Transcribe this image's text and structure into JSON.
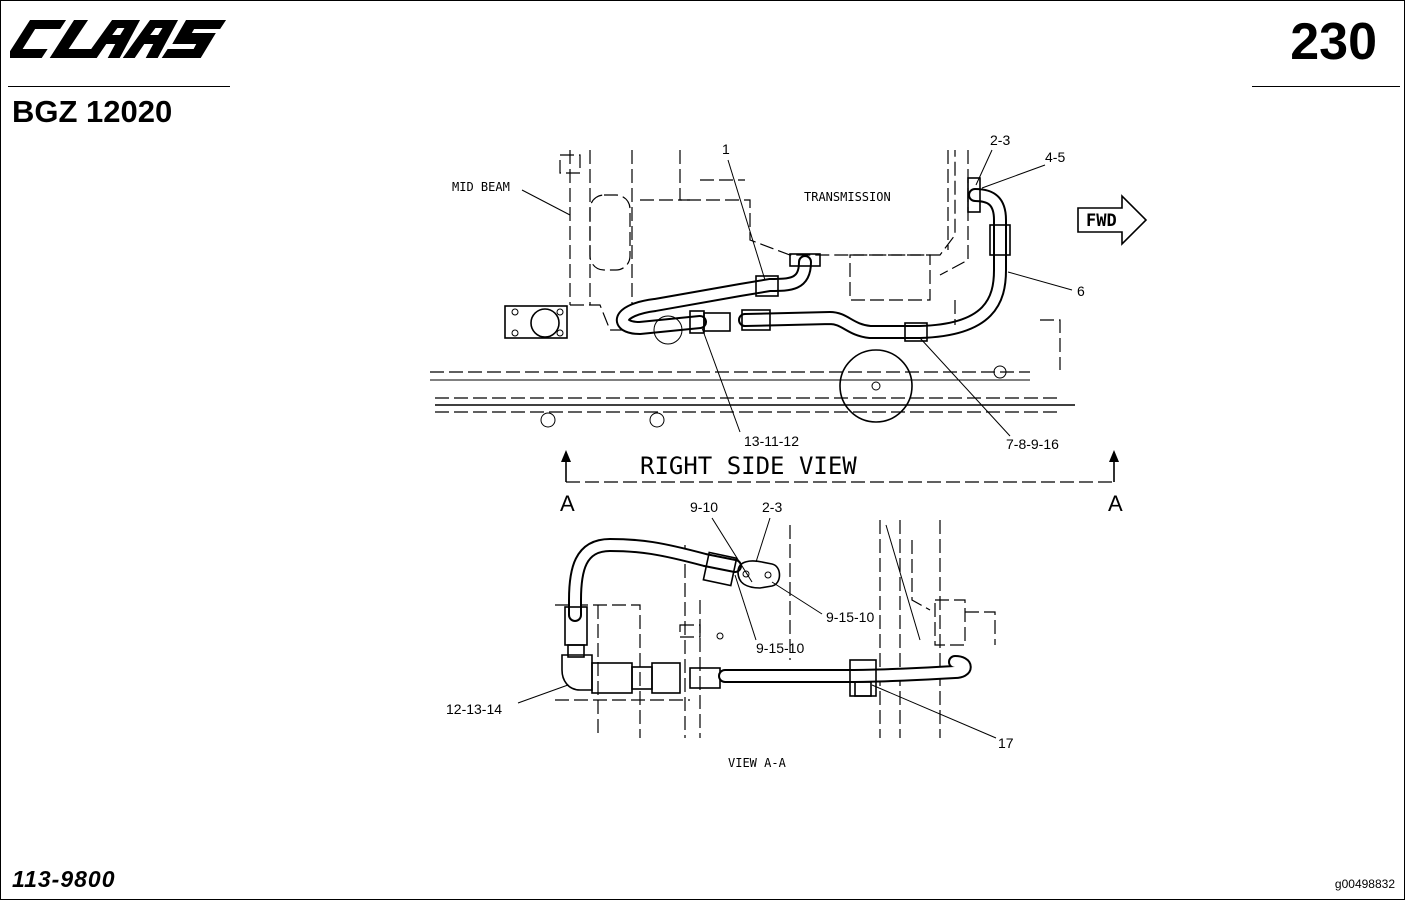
{
  "header": {
    "brand": "CLAAS",
    "page_number": "230",
    "code": "BGZ 12020"
  },
  "footer": {
    "part_number": "113-9800",
    "image_code": "g00498832"
  },
  "diagram": {
    "right_side_view": {
      "title": "RIGHT SIDE VIEW",
      "section_left": "A",
      "section_right": "A",
      "labels": {
        "mid_beam": "MID BEAM",
        "transmission": "TRANSMISSION",
        "fwd": "FWD"
      },
      "callouts": [
        "1",
        "2-3",
        "4-5",
        "6",
        "13-11-12",
        "7-8-9-16"
      ]
    },
    "view_a_a": {
      "title": "VIEW A-A",
      "callouts": [
        "9-10",
        "2-3",
        "9-15-10",
        "9-15-10",
        "12-13-14",
        "17"
      ]
    }
  }
}
